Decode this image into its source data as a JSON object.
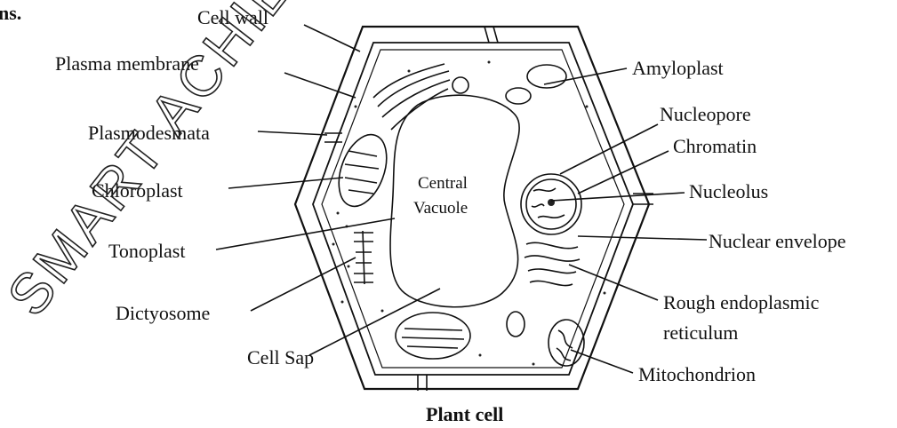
{
  "top_left_fragment": "ns.",
  "watermark": "SMART ACHIEVERS",
  "caption": "Plant cell",
  "inner_labels": {
    "central": "Central",
    "vacuole": "Vacuole"
  },
  "left_labels": {
    "cell_wall": "Cell wall",
    "plasma_membrane": "Plasma membrane",
    "plasmodesmata": "Plasmodesmata",
    "chloroplast": "Chloroplast",
    "tonoplast": "Tonoplast",
    "dictyosome": "Dictyosome",
    "cell_sap": "Cell Sap"
  },
  "right_labels": {
    "amyloplast": "Amyloplast",
    "nucleopore": "Nucleopore",
    "chromatin": "Chromatin",
    "nucleolus": "Nucleolus",
    "nuclear_envelope": "Nuclear envelope",
    "rough_er_line1": "Rough endoplasmic",
    "rough_er_line2": "reticulum",
    "mitochondrion": "Mitochondrion"
  }
}
